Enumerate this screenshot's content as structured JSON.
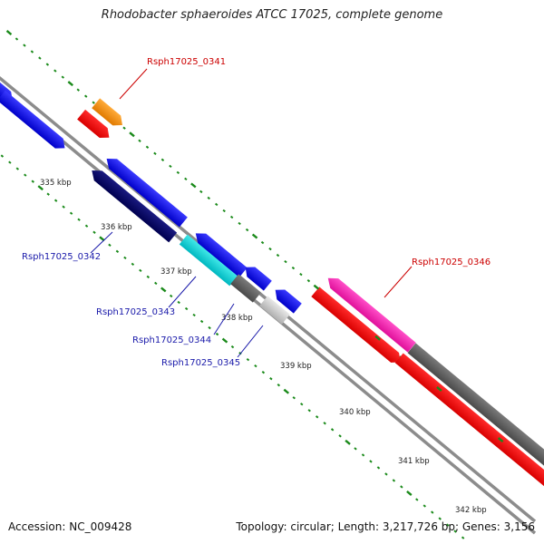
{
  "title": "Rhodobacter sphaeroides ATCC 17025, complete genome",
  "footer": {
    "accession": "Accession: NC_009428",
    "summary": "Topology: circular; Length: 3,217,726 bp; Genes: 3,156"
  },
  "colors": {
    "backbone": "#8c8c8c",
    "tick": "#1a8a1a",
    "forward_label": "#cc0000",
    "reverse_label": "#1a1aaa"
  },
  "ticks": [
    {
      "label": "335 kbp"
    },
    {
      "label": "336 kbp"
    },
    {
      "label": "337 kbp"
    },
    {
      "label": "338 kbp"
    },
    {
      "label": "339 kbp"
    },
    {
      "label": "340 kbp"
    },
    {
      "label": "341 kbp"
    },
    {
      "label": "342 kbp"
    }
  ],
  "gene_labels": [
    {
      "name": "Rsph17025_0341",
      "color": "#cc0000"
    },
    {
      "name": "Rsph17025_0342",
      "color": "#1a1aaa"
    },
    {
      "name": "Rsph17025_0343",
      "color": "#1a1aaa"
    },
    {
      "name": "Rsph17025_0344",
      "color": "#1a1aaa"
    },
    {
      "name": "Rsph17025_0345",
      "color": "#1a1aaa"
    },
    {
      "name": "Rsph17025_0346",
      "color": "#cc0000"
    }
  ]
}
